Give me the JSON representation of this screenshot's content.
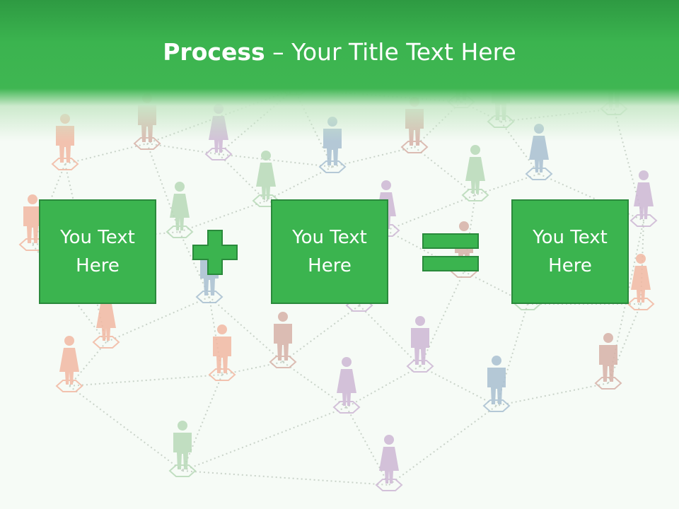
{
  "slide": {
    "title_bold": "Process",
    "title_rest": " – Your Title Text Here",
    "box_1_text": "You Text Here",
    "box_2_text": "You Text Here",
    "box_3_text": "You Text Here"
  },
  "colors": {
    "accent": "#3bb44f",
    "accent_dark": "#2a8a3c",
    "background": "#f6fbf6",
    "network_line": "#c9d3c9",
    "figure_colors": [
      "#f2b9a3",
      "#cdb8d4",
      "#a9c0d1",
      "#b8d9b8",
      "#d7b2a8"
    ]
  },
  "icons": {
    "plus": "plus-icon",
    "equals": "equals-icon",
    "people": "person-icon"
  }
}
